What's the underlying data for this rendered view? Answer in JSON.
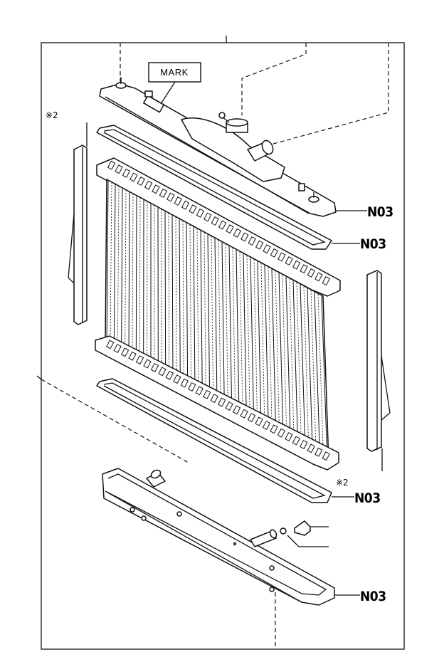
{
  "labels": {
    "mark": "MARK",
    "note_left": "※2",
    "note_right": "※2",
    "ref_upper_tank": "N03",
    "ref_upper_gasket": "N03",
    "ref_lower_gasket": "N03",
    "ref_lower_tank": "N03"
  }
}
